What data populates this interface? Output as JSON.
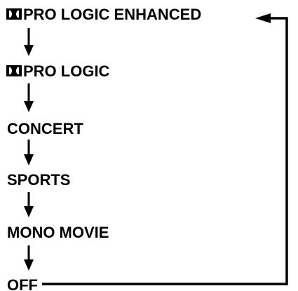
{
  "modes": [
    {
      "label": "PRO LOGIC ENHANCED",
      "has_logo": true,
      "logo": "dolby-double-d-logo"
    },
    {
      "label": "PRO LOGIC",
      "has_logo": true,
      "logo": "dolby-double-d-logo"
    },
    {
      "label": "CONCERT",
      "has_logo": false
    },
    {
      "label": "SPORTS",
      "has_logo": false
    },
    {
      "label": "MONO MOVIE",
      "has_logo": false
    },
    {
      "label": "OFF",
      "has_logo": false
    }
  ],
  "colors": {
    "ink": "#000000",
    "background": "#ffffff"
  },
  "icons": {
    "down_arrow": "arrow-down-icon",
    "loop_arrow": "arrow-left-icon",
    "logo": "dolby-double-d-logo"
  }
}
